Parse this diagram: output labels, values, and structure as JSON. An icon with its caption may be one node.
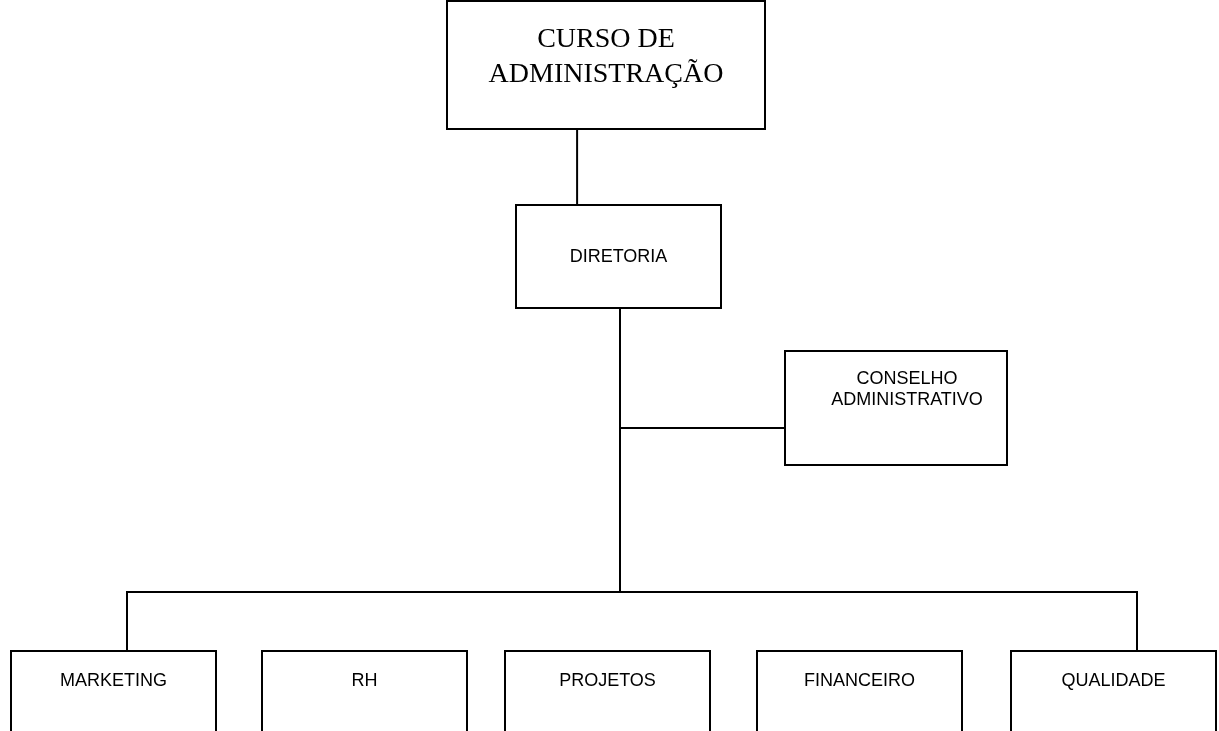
{
  "diagram": {
    "nodes": [
      {
        "text": [
          "CURSO DE ADMINISTRAÇÃO"
        ]
      },
      {
        "text": [
          "DIRETORIA"
        ]
      },
      {
        "text": [
          "CONSELHO ADMINISTRATIVO"
        ]
      },
      {
        "text": [
          "MARKETING"
        ]
      },
      {
        "text": [
          "RH"
        ]
      },
      {
        "text": [
          "PROJETOS"
        ]
      },
      {
        "text": [
          "FINANCEIRO"
        ]
      },
      {
        "text": [
          "QUALIDADE"
        ]
      }
    ],
    "edges": [
      {
        "from": 0,
        "to": 1,
        "arrow": "none"
      },
      {
        "from": 1,
        "to": 2,
        "arrow": "none"
      },
      {
        "from": 1,
        "to": 3,
        "arrow": "none"
      },
      {
        "from": 1,
        "to": 7,
        "arrow": "none"
      }
    ]
  }
}
